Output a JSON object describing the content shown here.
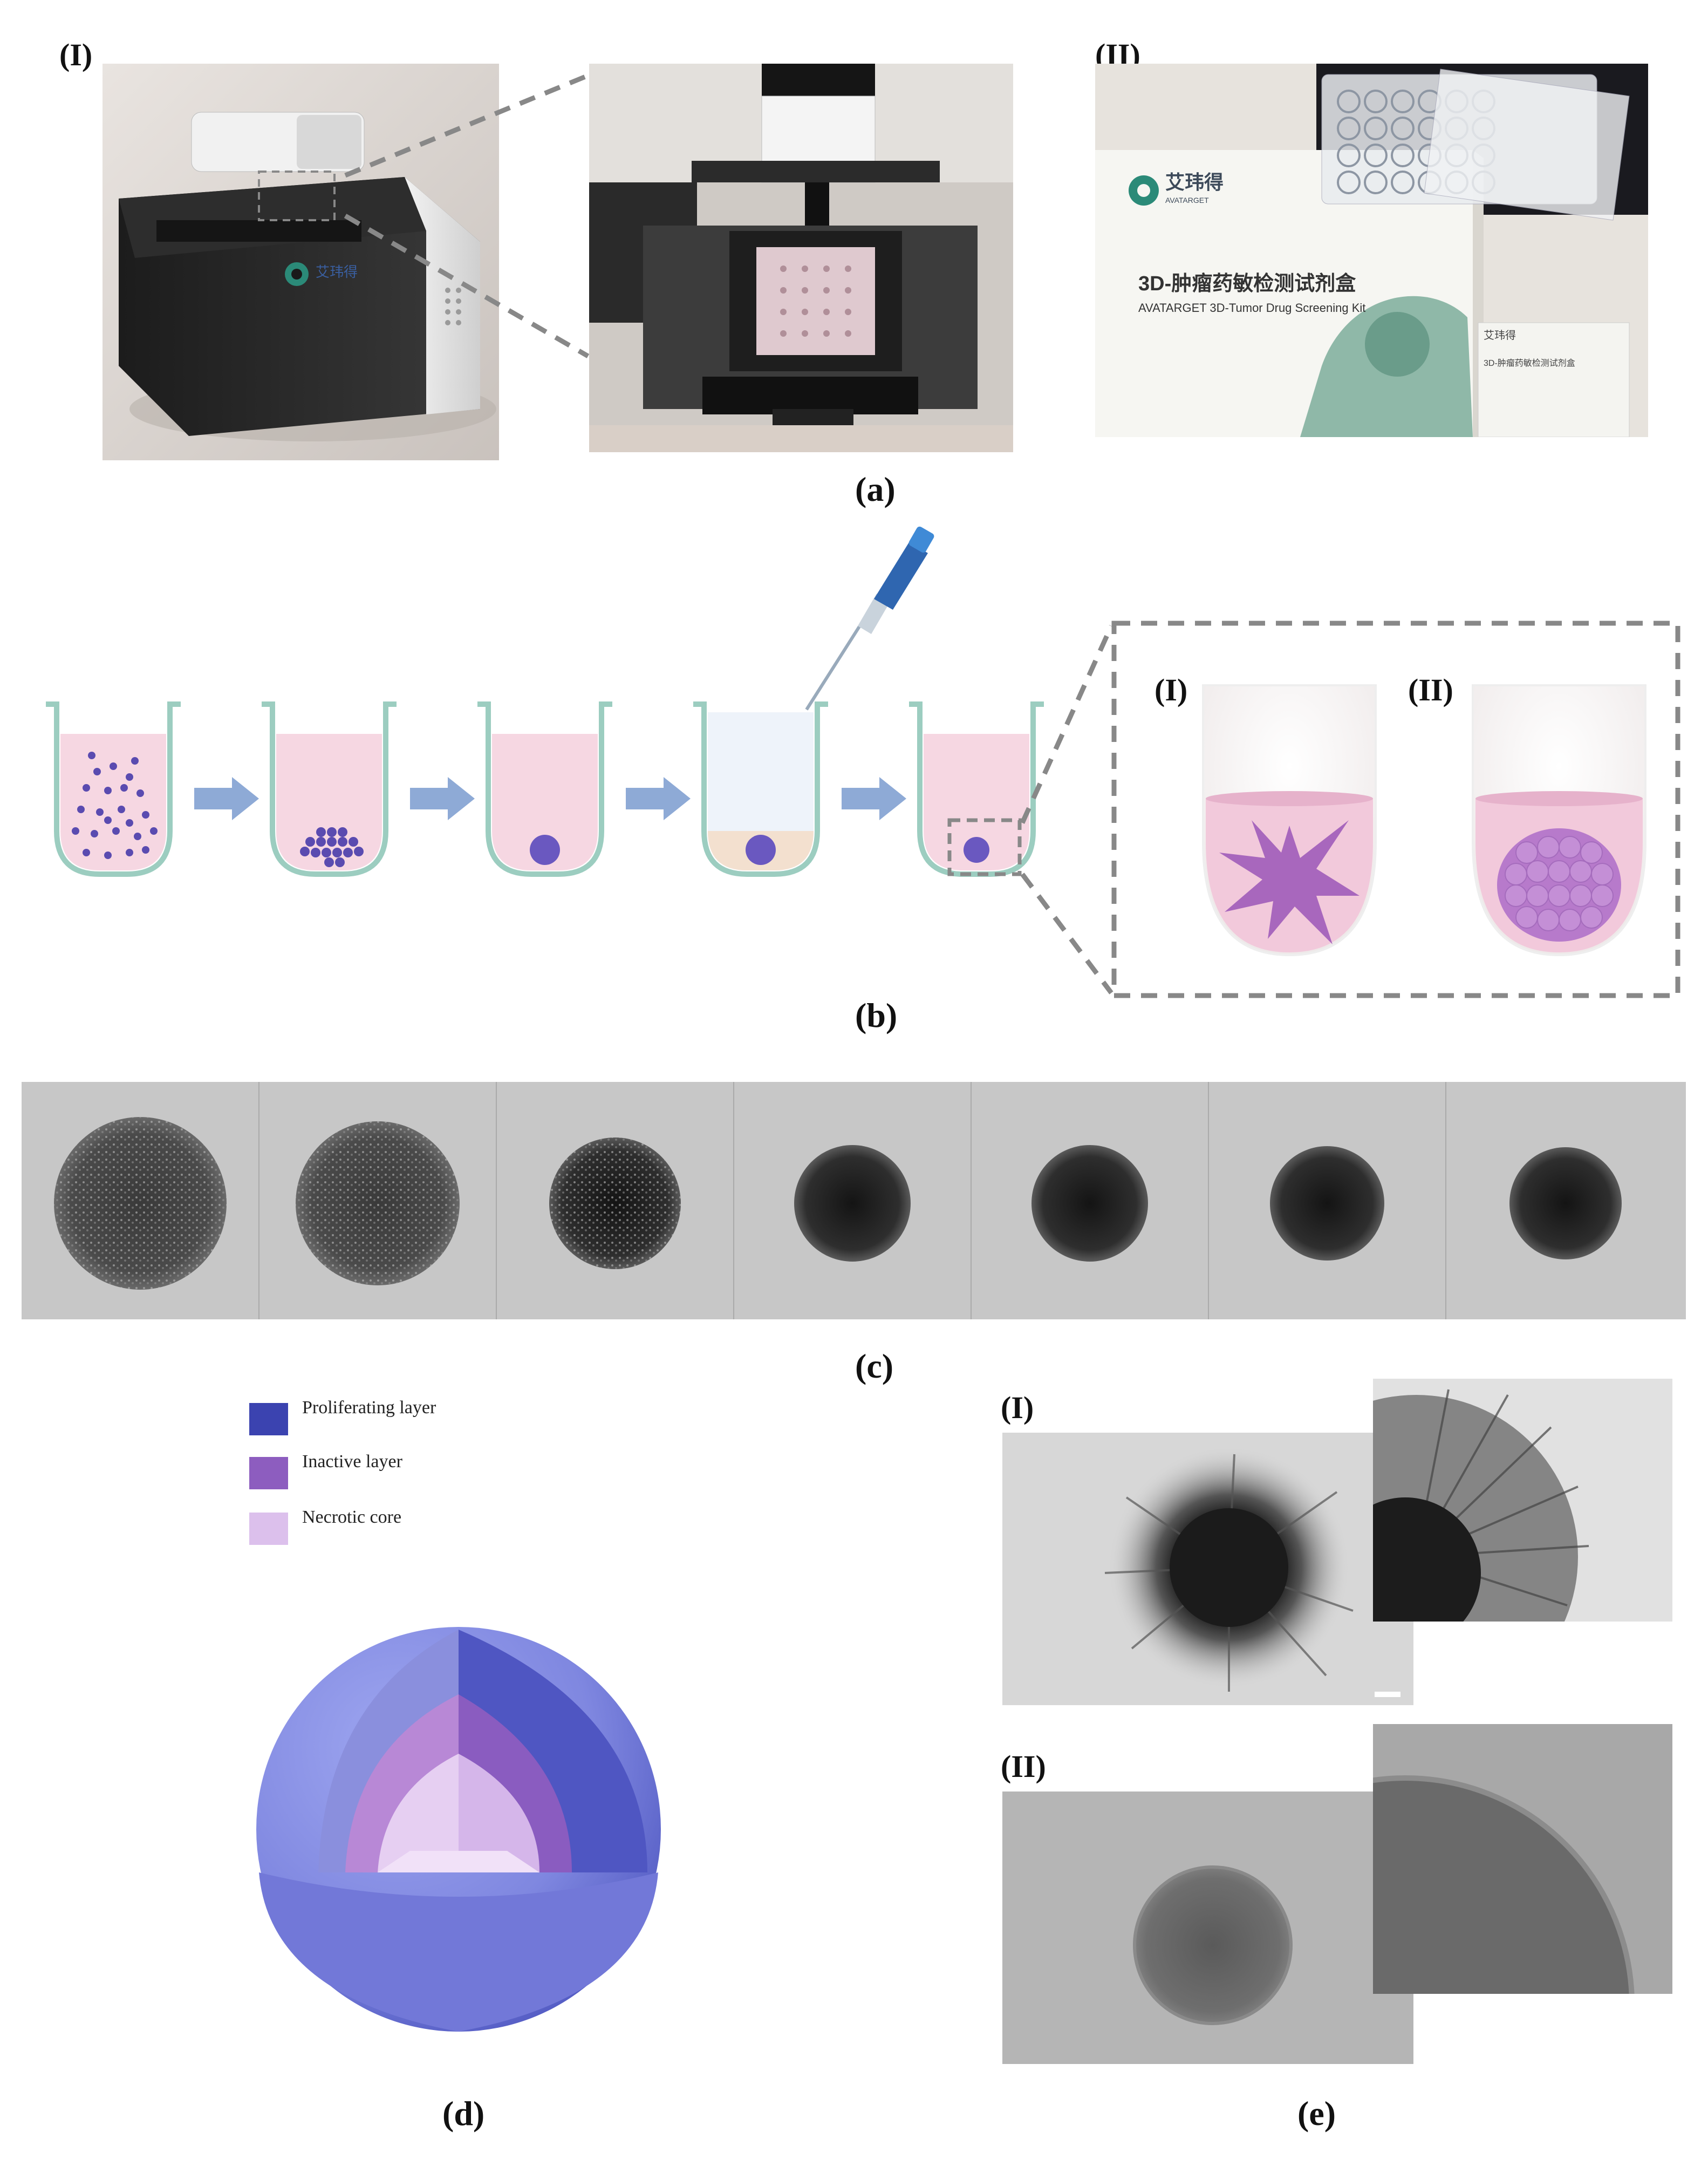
{
  "figure": {
    "a": {
      "caption": "(a)",
      "label_I": "(I)",
      "label_II": "(II)",
      "box_logo_cn": "艾玮得",
      "box_logo_en": "AVATARGET",
      "box_title_cn": "3D-肿瘤药敏检测试剂盒",
      "box_title_en": "AVATARGET 3D-Tumor Drug Screening Kit",
      "small_box_title_cn": "3D-肿瘤药敏检测试剂盒"
    },
    "b": {
      "caption": "(b)",
      "label_I": "(I)",
      "label_II": "(II)"
    },
    "c": {
      "caption": "(c)"
    },
    "d": {
      "caption": "(d)",
      "legend": [
        {
          "label": "Proliferating layer",
          "color": "#3b43b0"
        },
        {
          "label": "Inactive layer",
          "color": "#8d5dbf"
        },
        {
          "label": "Necrotic core",
          "color": "#dcc0ec"
        }
      ]
    },
    "e": {
      "caption": "(e)",
      "label_I": "(I)",
      "label_II": "(II)"
    }
  }
}
